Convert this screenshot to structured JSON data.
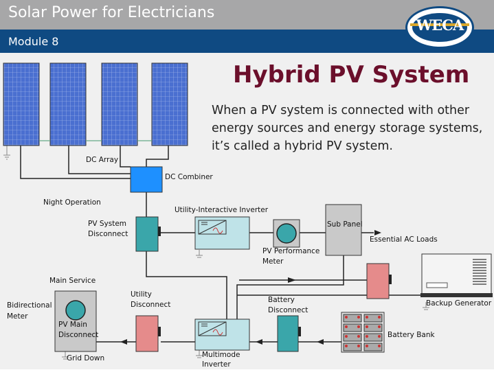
{
  "header": {
    "course_title": "Solar Power for Electricians",
    "module": "Module 8",
    "logo_text": "WECA",
    "colors": {
      "top_bar": "#a7a7a8",
      "module_bar": "#0f4a82",
      "title": "#6b0f2b"
    }
  },
  "slide": {
    "title": "Hybrid PV System",
    "description": "When a PV system is connected with other energy sources and energy storage systems, it’s called a hybrid PV system."
  },
  "diagram": {
    "labels": {
      "dc_array": "DC Array",
      "dc_combiner": "DC Combiner",
      "night_operation": "Night Operation",
      "utility_interactive_inverter": "Utility-Interactive Inverter",
      "pv_system_disconnect_1": "PV System",
      "pv_system_disconnect_2": "Disconnect",
      "sub_panel": "Sub Panel",
      "essential_ac_loads": "Essential AC Loads",
      "pv_performance_meter_1": "PV Performance",
      "pv_performance_meter_2": "Meter",
      "main_service": "Main Service",
      "utility_disconnect_1": "Utility",
      "utility_disconnect_2": "Disconnect",
      "bidirectional_meter_1": "Bidirectional",
      "bidirectional_meter_2": "Meter",
      "pv_main_disconnect_1": "PV Main",
      "pv_main_disconnect_2": "Disconnect",
      "grid_down": "Grid Down",
      "battery_disconnect_1": "Battery",
      "battery_disconnect_2": "Disconnect",
      "battery_bank": "Battery Bank",
      "backup_generator": "Backup Generator",
      "multimode_inverter_1": "Multimode",
      "multimode_inverter_2": "Inverter"
    },
    "colors": {
      "panel": "#4a6fd0",
      "combiner": "#1e90ff",
      "disconnect": "#3aa6aa",
      "utility_disconnect": "#e58b8b",
      "inverter": "#bfe3e8",
      "sub_panel": "#c9c9c9"
    }
  }
}
